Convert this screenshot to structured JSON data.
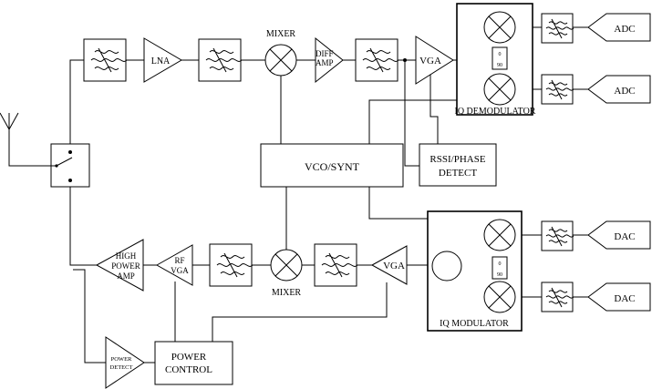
{
  "labels": {
    "mixer_rx": "MIXER",
    "lna": "LNA",
    "diff_amp_1": "DIFF",
    "diff_amp_2": "AMP",
    "vga_rx": "VGA",
    "iq_demodulator": "IQ DEMODULATOR",
    "adc_i": "ADC",
    "adc_q": "ADC",
    "phase_0": "0",
    "phase_90": "90",
    "vco_synt": "VCO/SYNT",
    "rssi_1": "RSSI/PHASE",
    "rssi_2": "DETECT",
    "hpa_1": "HIGH",
    "hpa_2": "POWER",
    "hpa_3": "AMP",
    "rfvga_1": "RF",
    "rfvga_2": "VGA",
    "mixer_tx": "MIXER",
    "vga_tx": "VGA",
    "iq_modulator": "IQ MODULATOR",
    "dac_i": "DAC",
    "dac_q": "DAC",
    "tx_phase_0": "0",
    "tx_phase_90": "90",
    "power_detect_1": "POWER",
    "power_detect_2": "DETECT",
    "power_control_1": "POWER",
    "power_control_2": "CONTROL"
  },
  "icons": [
    "antenna-icon",
    "switch-icon",
    "filter-icon",
    "mixer-icon",
    "amplifier-icon",
    "oscillator-icon"
  ]
}
